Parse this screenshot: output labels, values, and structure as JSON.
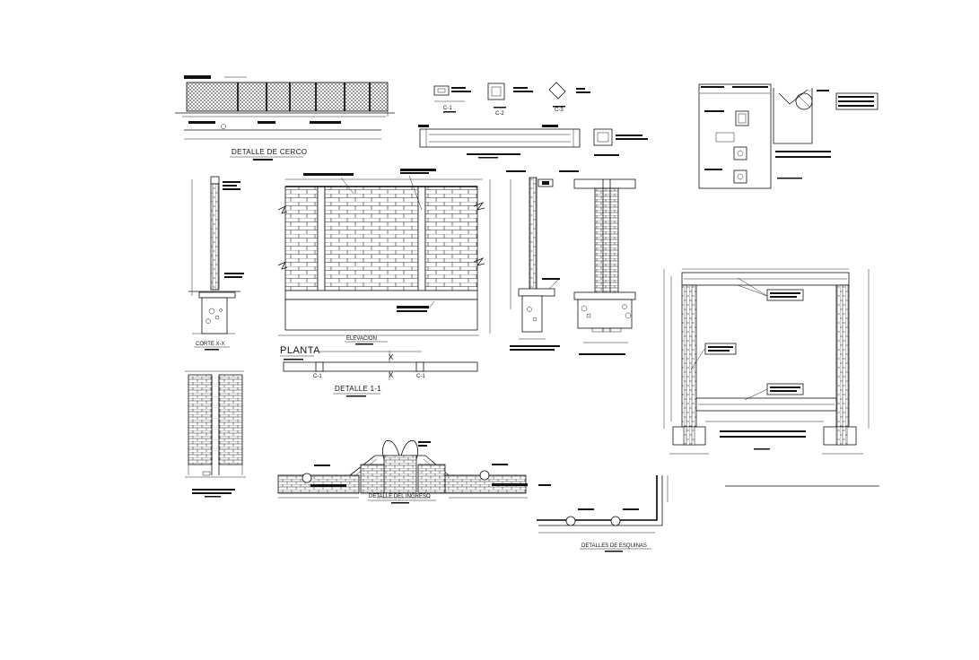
{
  "labels": {
    "detalle_cerco": "DETALLE DE CERCO",
    "c1": "C-1",
    "c2": "C-2",
    "c3": "C-3",
    "corte_xx": "CORTE X-X",
    "elevacion": "ELEVACION",
    "planta": "PLANTA",
    "x_mark": "X",
    "detalle_1_1": "DETALLE  1-1",
    "plan_c1": "C-1",
    "detalle_ingreso": "DETALLE DEL INGRESO",
    "detalles_esquinas": "DETALLES DE ESQUINAS"
  }
}
